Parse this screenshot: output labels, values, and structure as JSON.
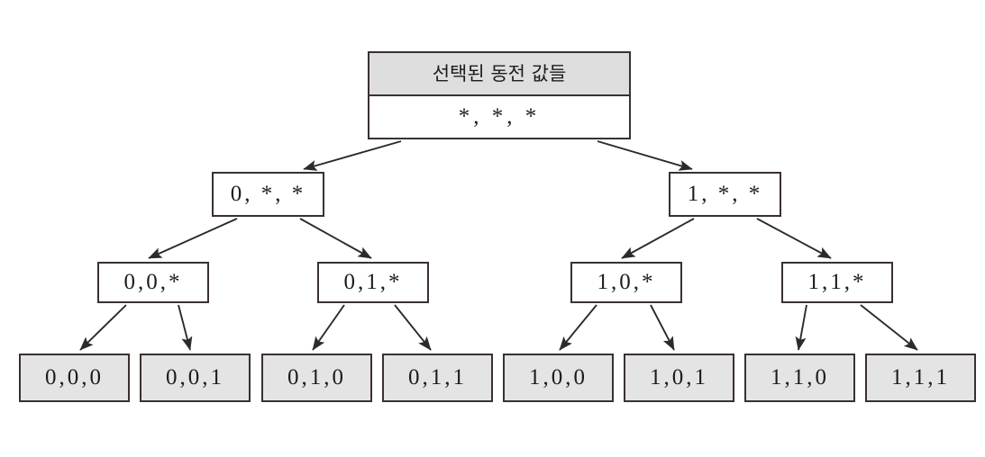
{
  "diagram": {
    "title": "Binary decision tree of selected coin values",
    "colors": {
      "background": "#ffffff",
      "border": "#3a312e",
      "header_fill": "#dedede",
      "leaf_fill": "#e4e4e4",
      "edge": "#2b2b2b",
      "text": "#1c1c1c"
    },
    "root": {
      "header": "선택된 동전 값들",
      "value": "*, *, *"
    },
    "level2": [
      {
        "value": "0, *, *"
      },
      {
        "value": "1, *, *"
      }
    ],
    "level3": [
      {
        "value": "0,0,*"
      },
      {
        "value": "0,1,*"
      },
      {
        "value": "1,0,*"
      },
      {
        "value": "1,1,*"
      }
    ],
    "leaves": [
      {
        "value": "0,0,0"
      },
      {
        "value": "0,0,1"
      },
      {
        "value": "0,1,0"
      },
      {
        "value": "0,1,1"
      },
      {
        "value": "1,0,0"
      },
      {
        "value": "1,0,1"
      },
      {
        "value": "1,1,0"
      },
      {
        "value": "1,1,1"
      }
    ]
  }
}
